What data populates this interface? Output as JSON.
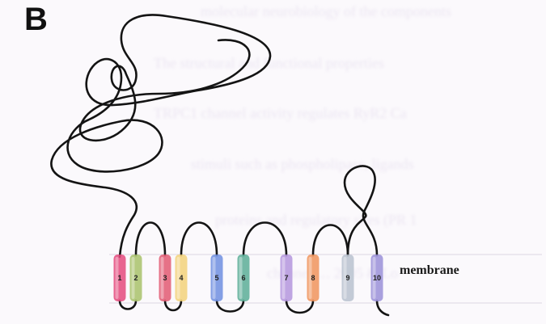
{
  "panel_label": "B",
  "membrane_label": "membrane",
  "segments": [
    {
      "n": "1",
      "color": "#e44a7c"
    },
    {
      "n": "2",
      "color": "#a8c26a"
    },
    {
      "n": "3",
      "color": "#e25a72"
    },
    {
      "n": "4",
      "color": "#f2d27a"
    },
    {
      "n": "5",
      "color": "#6f8fe0"
    },
    {
      "n": "6",
      "color": "#5aae96"
    },
    {
      "n": "7",
      "color": "#b497dd"
    },
    {
      "n": "8",
      "color": "#f0945c"
    },
    {
      "n": "9",
      "color": "#b9c2cf"
    },
    {
      "n": "10",
      "color": "#9a90d8"
    }
  ],
  "background_text": [
    "molecular neurobiology of the components",
    "The structural and functional properties",
    "TRPC1 channel activity regulates RyR2 Ca",
    "stimuli such as phospholipase, ligands",
    "proteins and regulatory sites (PR 1",
    "channel … 2005 & Lo"
  ]
}
